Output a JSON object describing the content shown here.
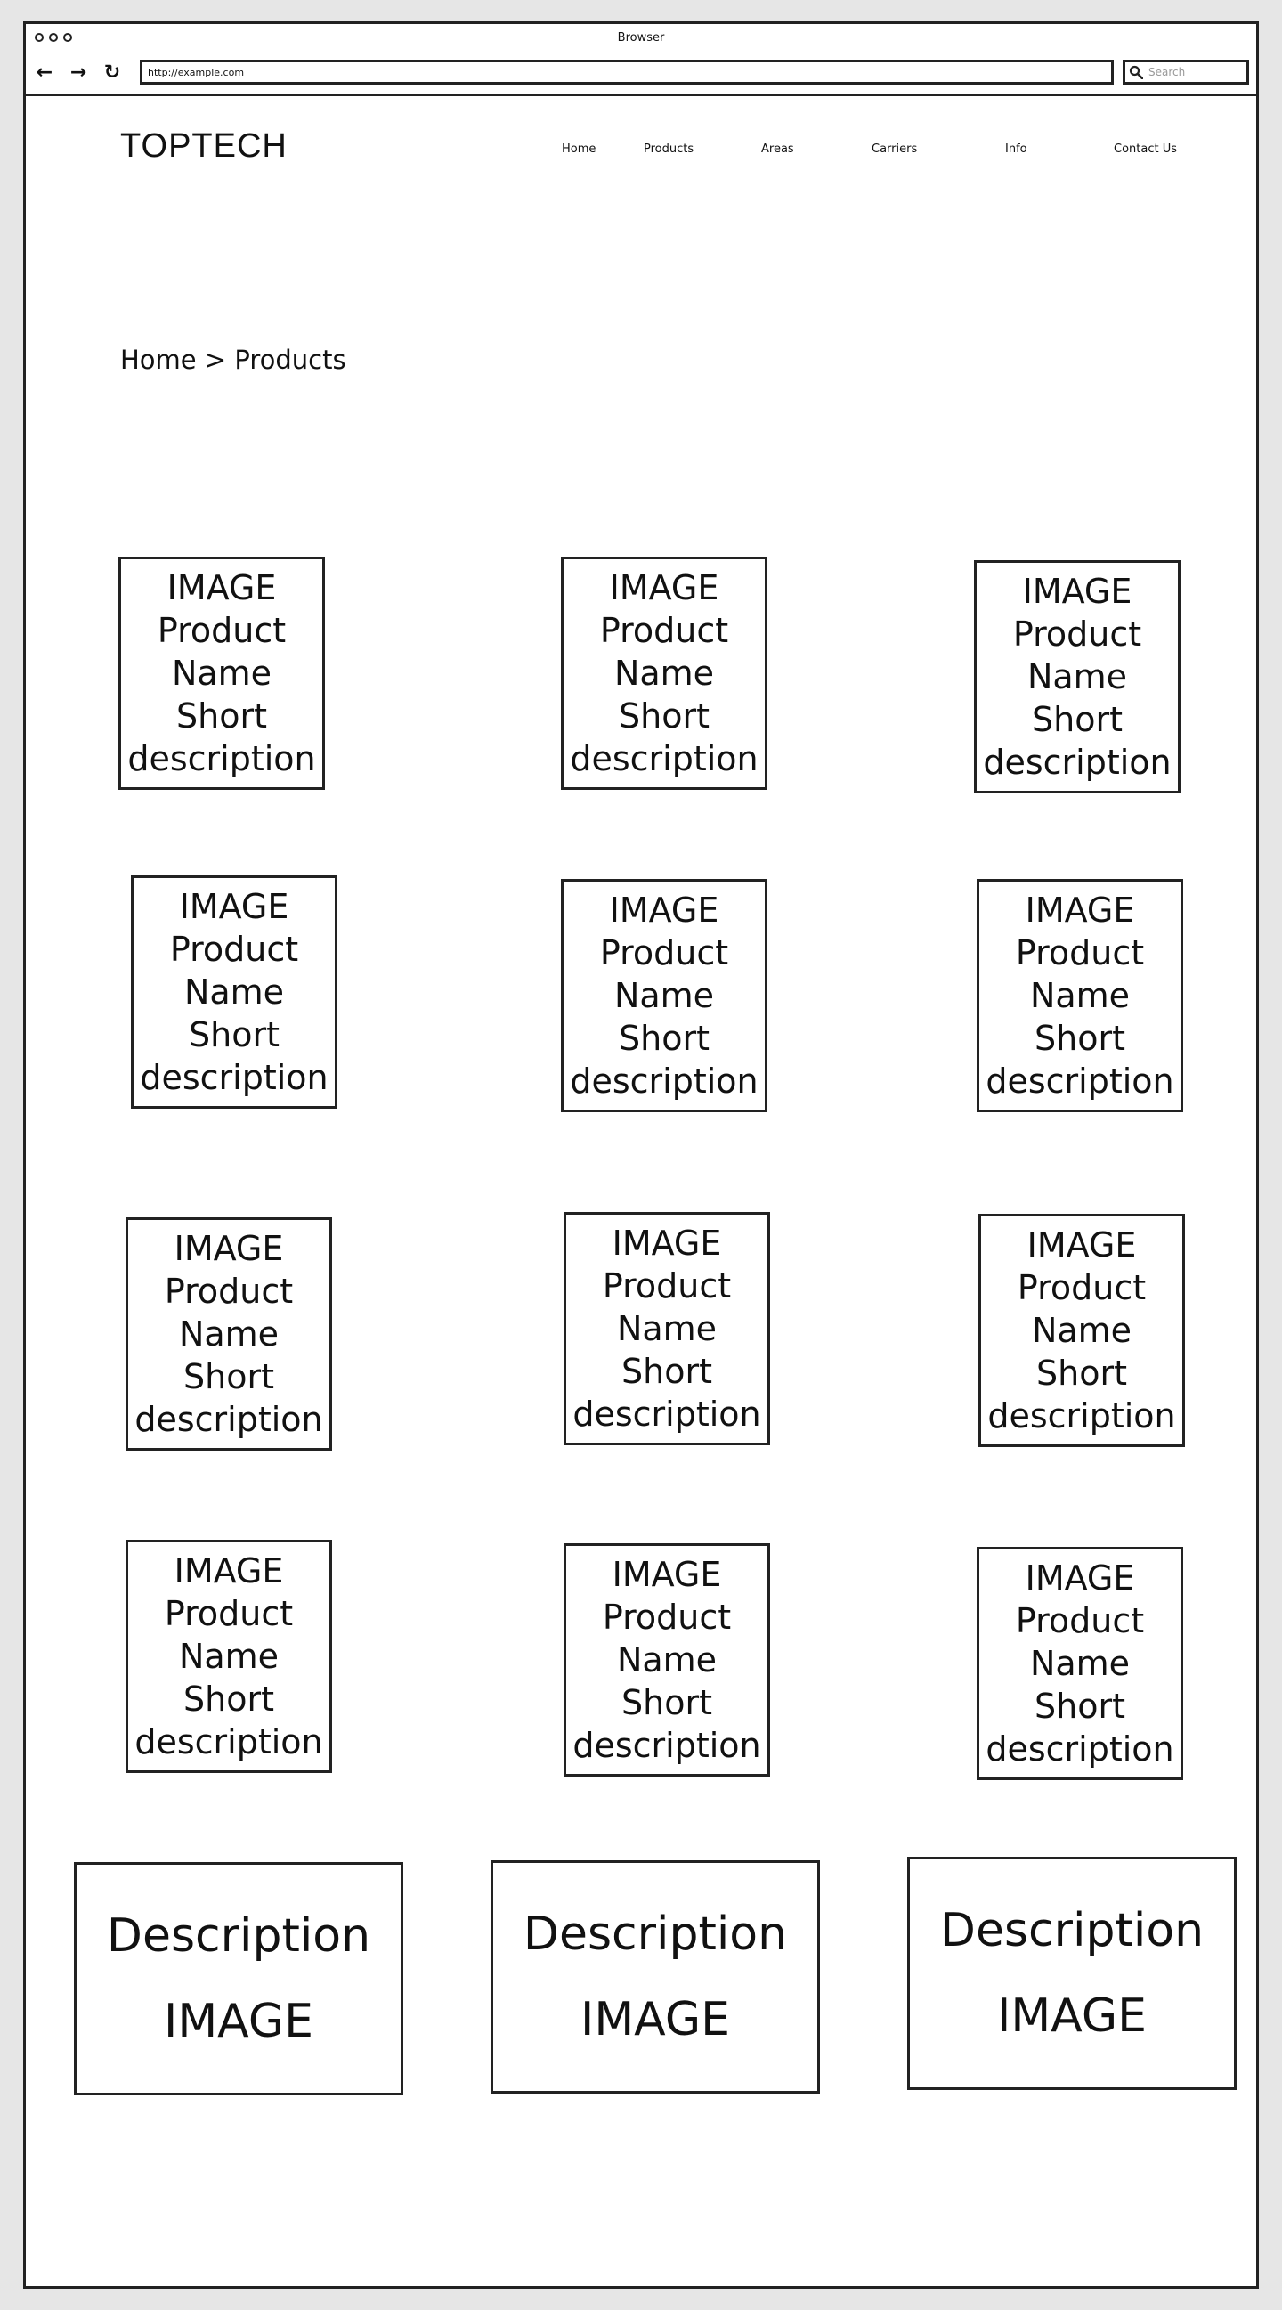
{
  "browser": {
    "title": "Browser",
    "url": "http://example.com",
    "search_placeholder": "Search",
    "back_icon": "arrow-left",
    "forward_icon": "arrow-right",
    "reload_icon": "reload"
  },
  "header": {
    "logo": "TOPTECH",
    "nav": [
      "Home",
      "Products",
      "Areas",
      "Carriers",
      "Info",
      "Contact Us"
    ]
  },
  "breadcrumb": "Home > Products",
  "product_card": {
    "image": "IMAGE",
    "name_line1": "Product",
    "name_line2": "Name",
    "desc_line1": "Short",
    "desc_line2": "description"
  },
  "banner": {
    "description": "Description",
    "image": "IMAGE"
  }
}
